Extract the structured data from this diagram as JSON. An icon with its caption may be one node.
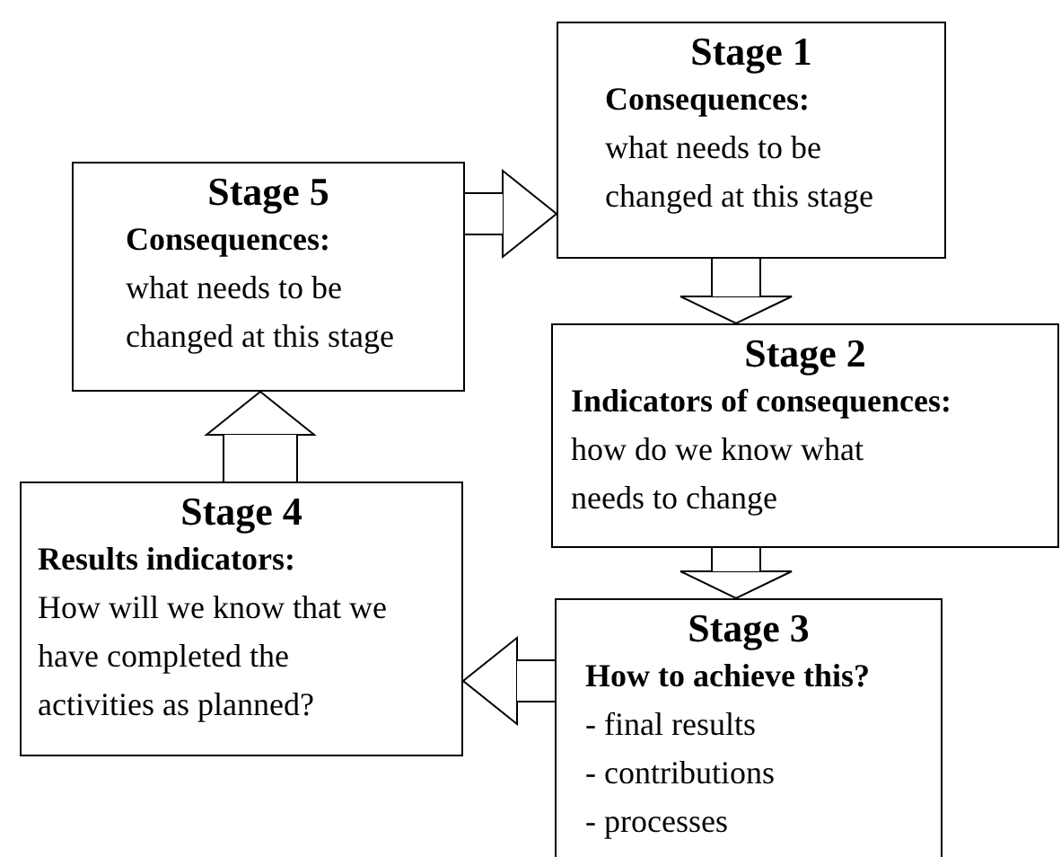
{
  "diagram": {
    "nodes": [
      {
        "text": [
          "Stage 1",
          "Consequences:",
          "what needs to be changed at this stage"
        ]
      },
      {
        "text": [
          "Stage 2",
          "Indicators of consequences:",
          "how do we know what needs to change"
        ]
      },
      {
        "text": [
          "Stage 3",
          "How to achieve this?",
          "- final results",
          "- contributions",
          "- processes"
        ]
      },
      {
        "text": [
          "Stage 4",
          "Results indicators:",
          "How will we know that we have completed the activities as planned?"
        ]
      },
      {
        "text": [
          "Stage 5",
          "Consequences:",
          "what needs to be changed at this stage"
        ]
      }
    ],
    "edges": [
      {
        "from": 4,
        "to": 0,
        "arrow": "to"
      },
      {
        "from": 0,
        "to": 1,
        "arrow": "to"
      },
      {
        "from": 1,
        "to": 2,
        "arrow": "to"
      },
      {
        "from": 2,
        "to": 3,
        "arrow": "to"
      },
      {
        "from": 3,
        "to": 4,
        "arrow": "to"
      }
    ]
  }
}
